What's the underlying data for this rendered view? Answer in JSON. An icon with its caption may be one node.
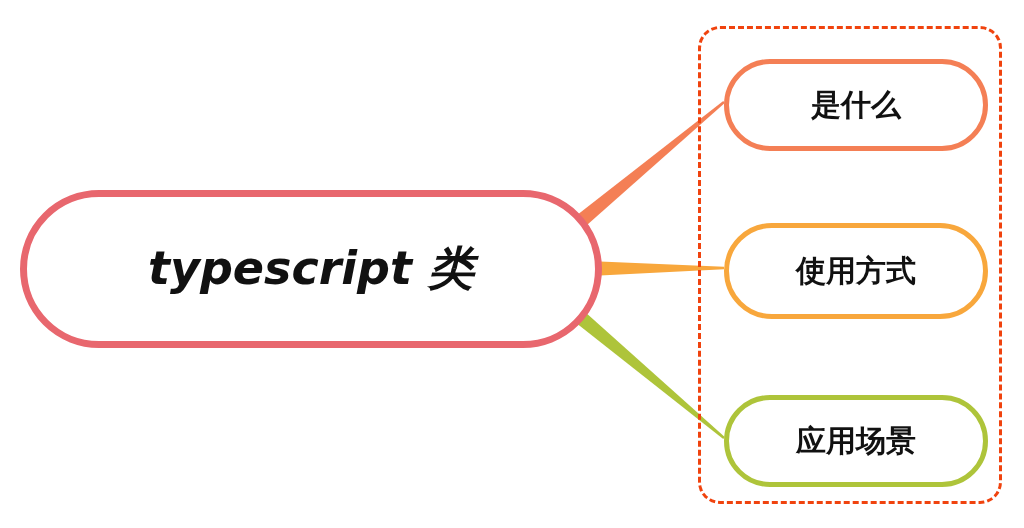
{
  "diagram": {
    "nodes": [
      {
        "text": [
          "typescript 类"
        ]
      },
      {
        "text": [],
        "shape": "box"
      },
      {
        "text": [
          "是什么"
        ],
        "in": 1
      },
      {
        "text": [
          "使用方式"
        ],
        "in": 1
      },
      {
        "text": [
          "应用场景"
        ],
        "in": 1
      }
    ],
    "edges": [
      {
        "from": 0,
        "to": 2,
        "arrow": "none",
        "color": "#f47f55"
      },
      {
        "from": 0,
        "to": 3,
        "arrow": "none",
        "color": "#f8a73c"
      },
      {
        "from": 0,
        "to": 4,
        "arrow": "none",
        "color": "#aec43a"
      }
    ]
  }
}
